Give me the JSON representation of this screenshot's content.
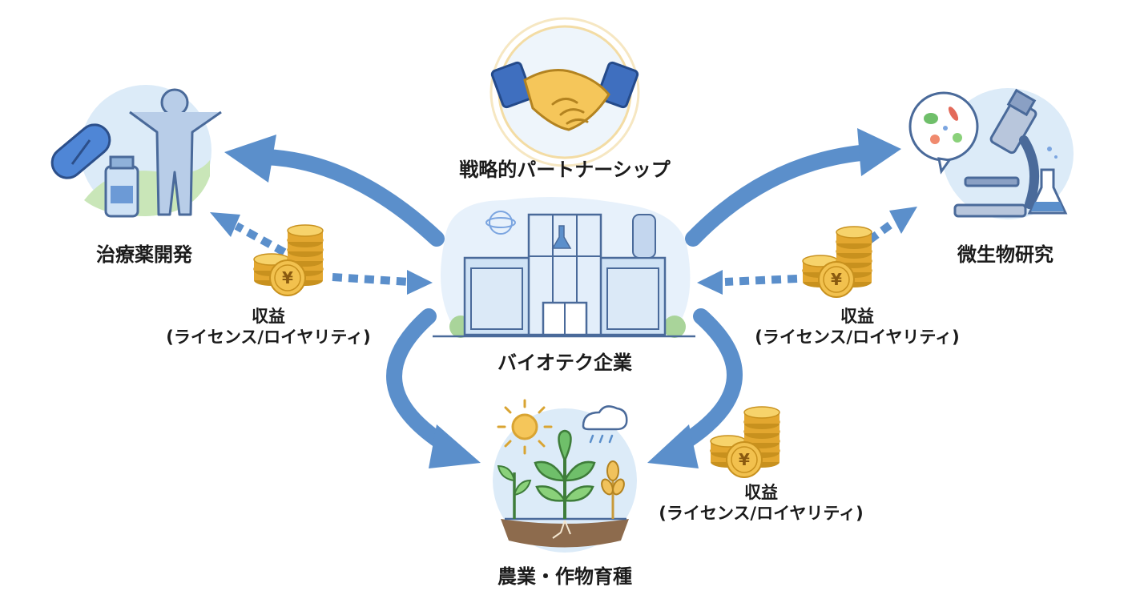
{
  "diagram": {
    "center": {
      "label": "バイオテク企業"
    },
    "partnership": {
      "label": "戦略的パートナーシップ"
    },
    "therapeutics": {
      "label": "治療薬開発"
    },
    "microbiology": {
      "label": "微生物研究"
    },
    "agriculture": {
      "label": "農業・作物育種"
    },
    "revenue_left": {
      "title": "収益",
      "detail": "(ライセンス/ロイヤリティ)"
    },
    "revenue_right": {
      "title": "収益",
      "detail": "(ライセンス/ロイヤリティ)"
    },
    "revenue_bottom": {
      "title": "収益",
      "detail": "(ライセンス/ロイヤリティ)"
    }
  },
  "icons": {
    "center": "biotech-building-icon",
    "partnership": "handshake-icon",
    "therapeutics": "person-pill-vial-icon",
    "microbiology": "microscope-bacteria-icon",
    "agriculture": "plants-sun-cloud-icon",
    "revenue": "yen-coins-icon"
  },
  "colors": {
    "arrow": "#5b8fcb",
    "coin": "#f2c14e",
    "node_bg": "#dcebf8",
    "text": "#1b1b1b"
  }
}
